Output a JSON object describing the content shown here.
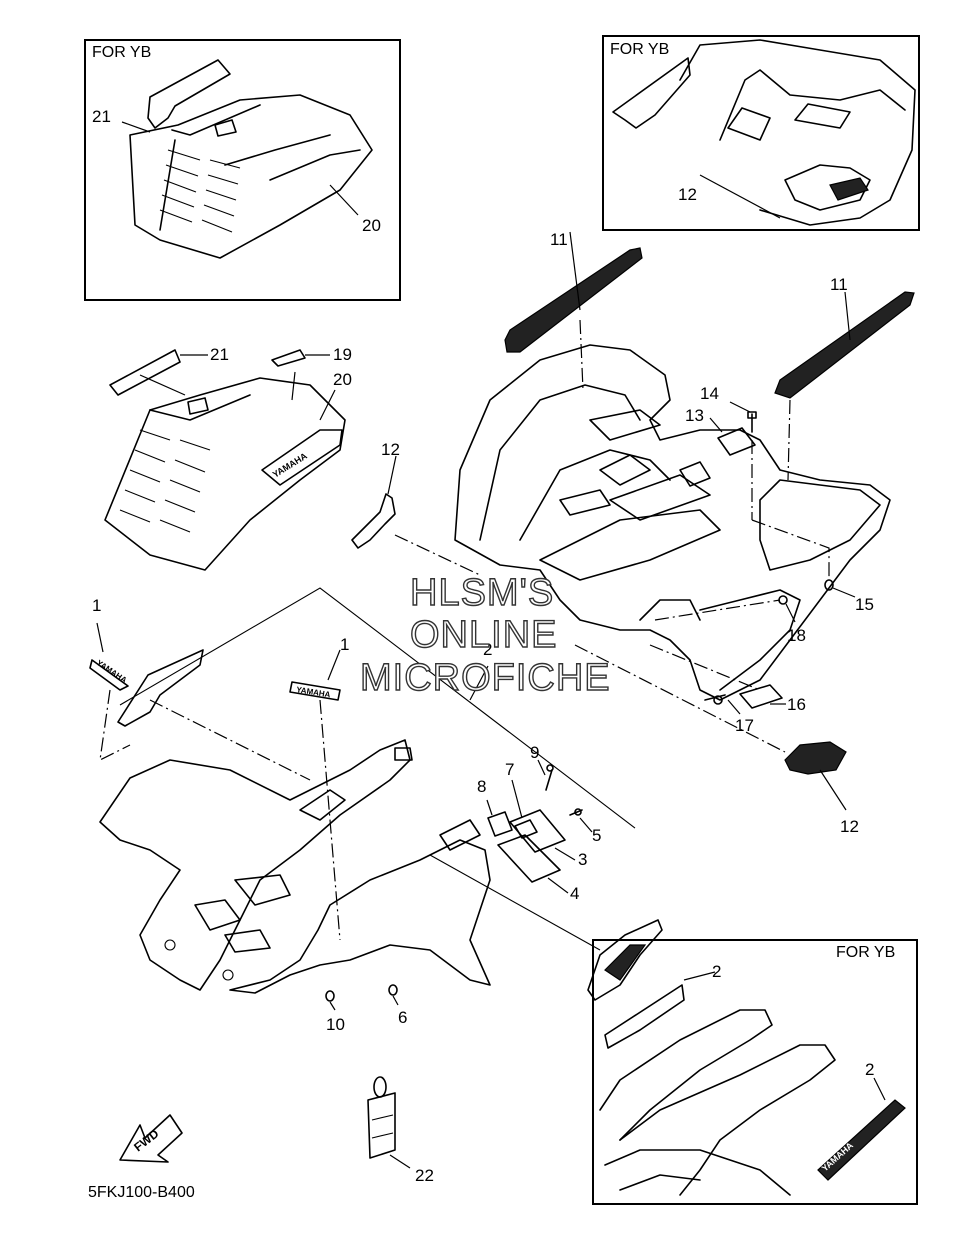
{
  "diagram": {
    "drawing_code": "5FKJ100-B400",
    "watermark_lines": [
      "HLSM'S",
      "ONLINE",
      "MICROFICHE"
    ],
    "inset_label": "FOR YB",
    "brand_mark": "YAMAHA",
    "direction_mark": "FWD",
    "callouts": {
      "n1a": "1",
      "n1b": "1",
      "n2a": "2",
      "n2b": "2",
      "n2c": "2",
      "n3": "3",
      "n4": "4",
      "n5": "5",
      "n6": "6",
      "n7": "7",
      "n8": "8",
      "n9": "9",
      "n10": "10",
      "n11a": "11",
      "n11b": "11",
      "n12a": "12",
      "n12b": "12",
      "n12c": "12",
      "n13": "13",
      "n14": "14",
      "n15": "15",
      "n16": "16",
      "n17": "17",
      "n18": "18",
      "n19": "19",
      "n20a": "20",
      "n20b": "20",
      "n21a": "21",
      "n21b": "21",
      "n22": "22"
    }
  }
}
